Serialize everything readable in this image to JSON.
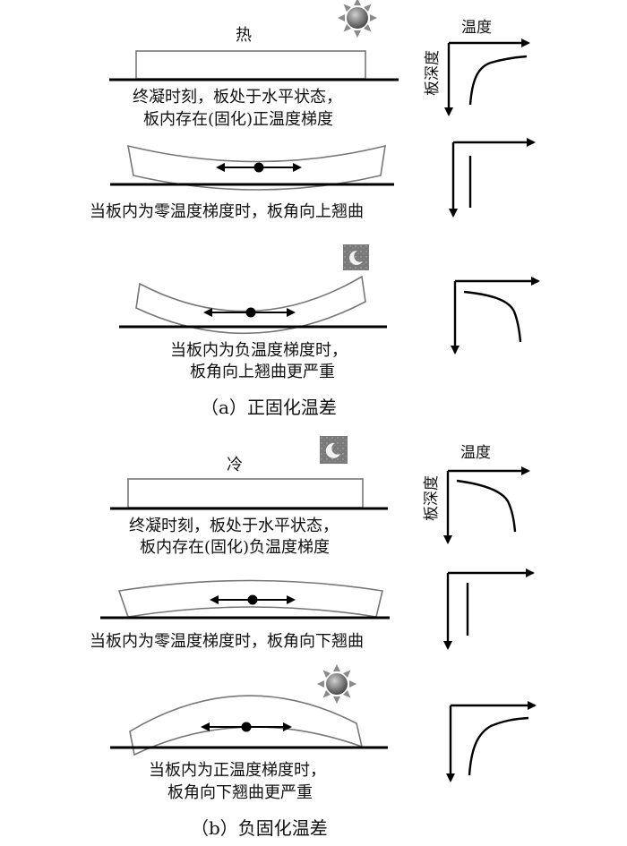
{
  "panel_a": {
    "caption": "（a）正固化温差",
    "graph_axis_x": "温度",
    "graph_axis_y": "板深度",
    "row1": {
      "label": "热",
      "icon": "sun-icon",
      "text_line1": "终凝时刻，板处于水平状态，",
      "text_line2": "板内存在(固化)正温度梯度"
    },
    "row2": {
      "text_line1": "当板内为零温度梯度时，板角向上翘曲"
    },
    "row3": {
      "icon": "moon-icon",
      "text_line1": "当板内为负温度梯度时，",
      "text_line2": "板角向上翘曲更严重"
    }
  },
  "panel_b": {
    "caption": "（b）负固化温差",
    "graph_axis_x": "温度",
    "graph_axis_y": "板深度",
    "row1": {
      "label": "冷",
      "icon": "moon-icon",
      "text_line1": "终凝时刻，板处于水平状态，",
      "text_line2": "板内存在(固化)负温度梯度"
    },
    "row2": {
      "text_line1": "当板内为零温度梯度时，板角向下翘曲"
    },
    "row3": {
      "icon": "sun-icon",
      "text_line1": "当板内为正温度梯度时，",
      "text_line2": "板角向下翘曲更严重"
    }
  },
  "colors": {
    "sun": "#8a8a8a",
    "moon_box": "#7a7a7a",
    "line": "#000000",
    "slab_stroke": "#777777"
  }
}
